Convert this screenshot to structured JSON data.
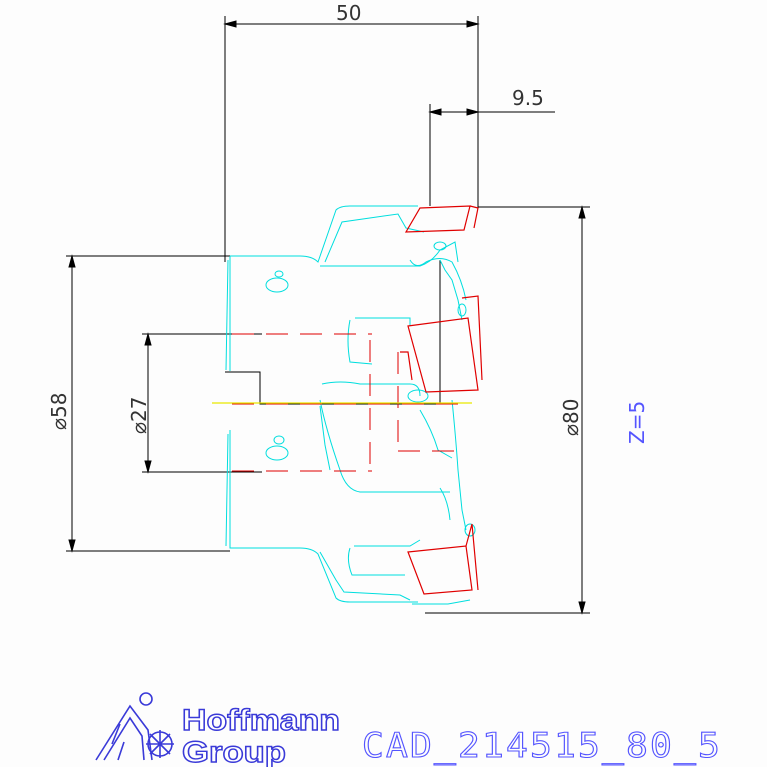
{
  "dimensions": {
    "length_total": "50",
    "insert_width": "9.5",
    "dia_shank": "⌀58",
    "dia_bore": "⌀27",
    "dia_cutter": "⌀80"
  },
  "teeth_label": "Z=5",
  "logo": {
    "line1": "Hoffmann",
    "line2": "Group"
  },
  "cad_code": "CAD_214515_80_5",
  "colors": {
    "body": "#00dede",
    "insert": "#e00000",
    "dimension": "#000000",
    "text_blue": "#5555ff",
    "axis": "#e8e800"
  }
}
